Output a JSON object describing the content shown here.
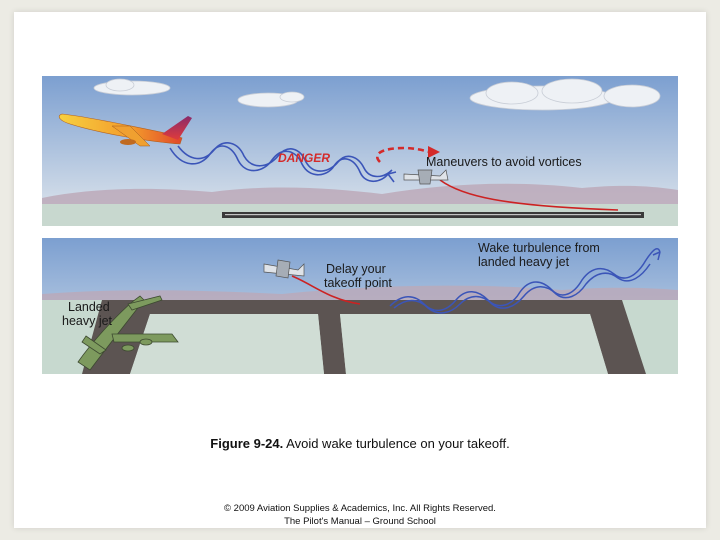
{
  "top_panel": {
    "danger_label": "DANGER",
    "maneuver_label": "Maneuvers to avoid vortices",
    "colors": {
      "sky_top": "#7c9fd0",
      "sky_bottom": "#dfe6ee",
      "danger": "#d42a2a",
      "vortex": "#3b55b8"
    }
  },
  "bottom_panel": {
    "wake_label_line1": "Wake turbulence from",
    "wake_label_line2": "landed heavy jet",
    "delay_label_line1": "Delay your",
    "delay_label_line2": "takeoff point",
    "landed_label_line1": "Landed",
    "landed_label_line2": "heavy jet"
  },
  "caption": {
    "figure_number": "Figure 9-24.",
    "text": "Avoid wake turbulence on your takeoff."
  },
  "copyright": {
    "line1": "© 2009 Aviation Supplies & Academics, Inc. All Rights Reserved.",
    "line2": "The Pilot's Manual – Ground School"
  }
}
